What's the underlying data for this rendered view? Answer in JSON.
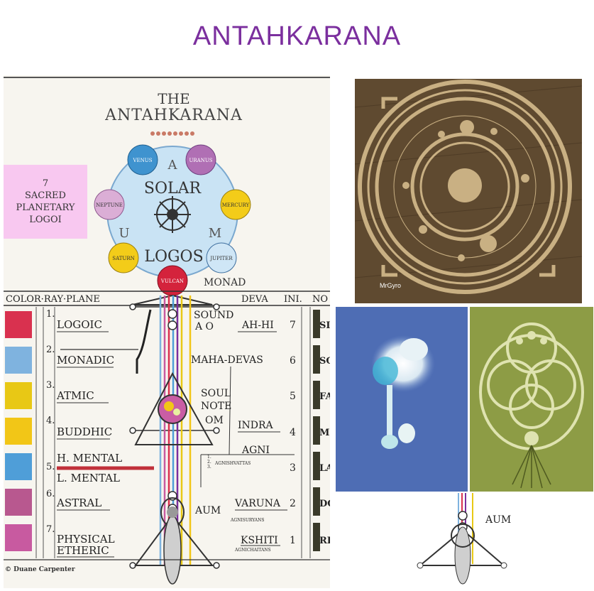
{
  "page": {
    "title": "ANTAHKARANA"
  },
  "sidebox": {
    "lines": [
      "7",
      "SACRED",
      "PLANETARY",
      "LOGOI"
    ]
  },
  "diagram": {
    "heading1": "THE",
    "heading2": "ANTAHKARANA",
    "solar": "SOLAR",
    "logos": "LOGOS",
    "letter_a": "A",
    "letter_u": "U",
    "letter_m": "M",
    "planets": {
      "venus": "VENUS",
      "uranus": "URANUS",
      "mercury": "MERCURY",
      "jupiter": "JUPITER",
      "saturn": "SATURN",
      "neptune": "NEPTUNE",
      "vulcan": "VULCAN"
    },
    "monad": "MONAD",
    "header_left": "COLOR·RAY·PLANE",
    "header_deva": "DEVA",
    "header_ini": "INI.",
    "header_no": "NO",
    "planes": [
      "LOGOIC",
      "MONADIC",
      "ATMIC",
      "BUDDHIC",
      "H. MENTAL",
      "L. MENTAL",
      "ASTRAL",
      "PHYSICAL",
      "ETHERIC"
    ],
    "plane_numbers": [
      "1.",
      "2.",
      "3.",
      "4.",
      "5.",
      "6.",
      "7."
    ],
    "devas": [
      "AH-HI",
      "MAHA-DEVAS",
      "INDRA",
      "AGNI",
      "VARUNA",
      "KSHITI"
    ],
    "deva_sub": [
      "AGNISHVATTAS",
      "AGNISURYANS",
      "AGNICHAITANS"
    ],
    "deva_sub_nums": [
      "1.",
      "2.",
      "3."
    ],
    "ini_numbers": [
      "7",
      "6",
      "5",
      "4",
      "3",
      "2",
      "1"
    ],
    "right_codes": [
      "SI",
      "SO",
      "FA",
      "MI",
      "LA",
      "DO",
      "RE"
    ],
    "sound": "SOUND",
    "sound_vowels": "A O",
    "soul": "SOUL",
    "note": "NOTE",
    "om": "OM",
    "aum": "AUM",
    "credit": "© Duane Carpenter"
  },
  "photos": {
    "crop_circle_credit": "MrGyro",
    "mini_label": "AUM"
  },
  "colors": {
    "title": "#7b2f9e",
    "rays": [
      "#d9314f",
      "#7fb3df",
      "#e8c815",
      "#f2c617",
      "#4f9ed8",
      "#b8588f",
      "#c85aa0"
    ]
  }
}
